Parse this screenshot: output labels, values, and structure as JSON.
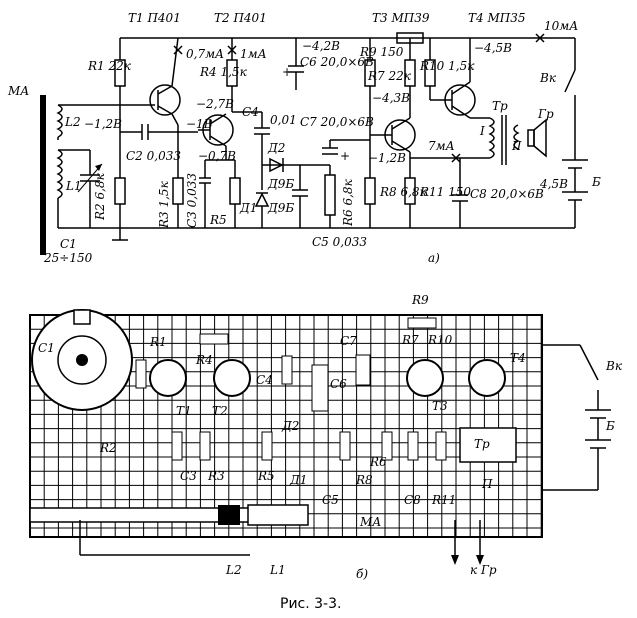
{
  "caption": "Рис. 3-3.",
  "panel_a": {
    "panel_label": "а)",
    "antenna": "МА",
    "transistors": {
      "t1": "Т1 П401",
      "t2": "Т2 П401",
      "t3": "Т3 МП39",
      "t4": "Т4 МП35"
    },
    "resistors": {
      "r1": "R1 22к",
      "r2": "R2 6,8к",
      "r3": "R3 1,5к",
      "r4": "R4 1,5к",
      "r5": "R5",
      "r6": "R6 6,8к",
      "r7": "R7 22к",
      "r8": "R8 6,8к",
      "r9": "R9 150",
      "r10": "R10 1,5к",
      "r11": "R11 150"
    },
    "capacitors": {
      "c1": "C1",
      "c1_value": "25÷150",
      "c2": "C2 0,033",
      "c3": "C3 0,033",
      "c4": "C4",
      "c4_value": "0,01",
      "c5": "C5 0,033",
      "c6": "C6 20,0×6В",
      "c7": "C7 20,0×6В",
      "c8": "C8 20,0×6В"
    },
    "coils": {
      "l1": "L1",
      "l2": "L2"
    },
    "diodes": {
      "d1": "Д1",
      "d2": "Д2",
      "d_type_1": "Д9Б",
      "d_type_2": "Д9Б"
    },
    "output": {
      "transformer": "Тр",
      "primary": "I",
      "secondary": "II",
      "speaker": "Гр",
      "switch": "Вк",
      "battery": "Б",
      "battery_voltage": "4,5В"
    },
    "measurements": {
      "v_l2": "−1,2В",
      "v_t1_base": "−1В",
      "v_t2_emitter": "−2,7В",
      "v_t2_base": "−0,7В",
      "v_supply_det": "−4,2В",
      "v_t3_collector": "−4,3В",
      "v_t3_base": "−1,2В",
      "v_t4": "−4,5В",
      "i_t1": "0,7мА",
      "i_t2": "1мА",
      "i_t3": "7мА",
      "i_total": "10мА"
    }
  },
  "panel_b": {
    "panel_label": "б)",
    "labels": [
      "C1",
      "R1",
      "R4",
      "C4",
      "C7",
      "R7",
      "R10",
      "T4",
      "Вк",
      "T1",
      "T2",
      "C6",
      "T3",
      "Б",
      "R2",
      "Д2",
      "R6",
      "Тр",
      "C3",
      "R3",
      "R5",
      "Д1",
      "R8",
      "C8",
      "R11",
      "П",
      "C5",
      "МА",
      "L2",
      "L1",
      "к Гр",
      "R9"
    ]
  }
}
